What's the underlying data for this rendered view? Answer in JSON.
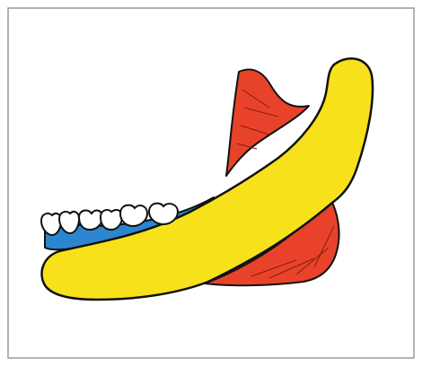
{
  "diagram": {
    "subject": "mandible",
    "regions": [
      {
        "name": "mandible-body",
        "color": "#f7e11a"
      },
      {
        "name": "muscle-upper",
        "color": "#e8432a"
      },
      {
        "name": "muscle-lower",
        "color": "#e8432a"
      },
      {
        "name": "alveolar-region",
        "color": "#2c86cf"
      },
      {
        "name": "teeth",
        "color": "#ffffff"
      }
    ],
    "outline_color": "#111111",
    "frame_color": "#9a9a9a",
    "background_color": "#ffffff"
  }
}
